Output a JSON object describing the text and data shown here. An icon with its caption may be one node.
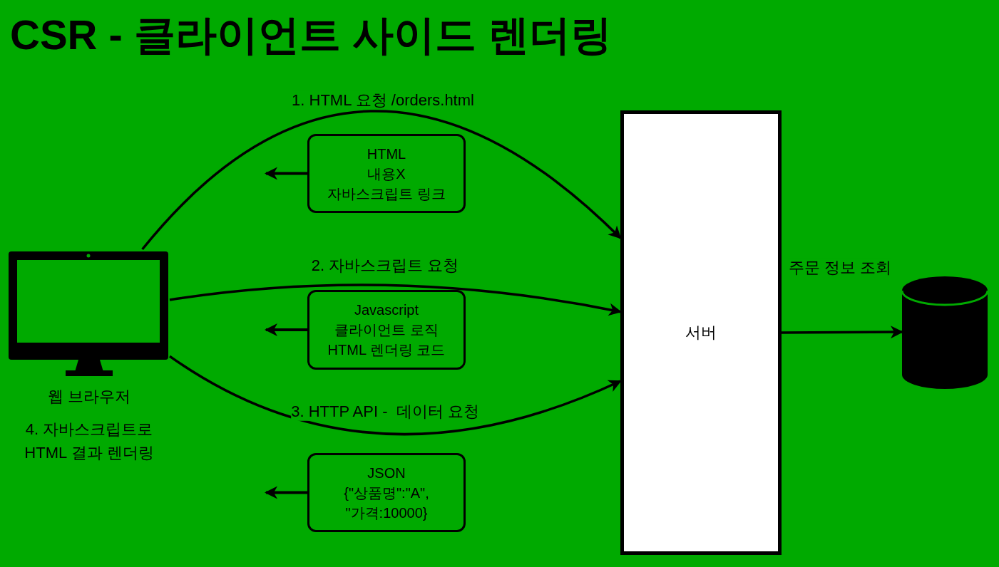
{
  "diagram": {
    "title": "CSR - 클라이언트 사이드 렌더링",
    "nodes": [
      {
        "text": [
          "웹 브라우저"
        ],
        "beside": [
          "4. 자바스크립트로 HTML 결과 렌더링"
        ]
      },
      {
        "text": [
          "서버"
        ]
      },
      {
        "text": [],
        "shape": "cylinder"
      },
      {
        "text": [
          "HTML",
          "내용X",
          "자바스크립트 링크"
        ]
      },
      {
        "text": [
          "Javascript",
          "클라이언트 로직",
          "HTML 렌더링 코드"
        ]
      },
      {
        "text": [
          "JSON",
          "{\"상품명\":\"A\",",
          "\"가격:10000}"
        ]
      }
    ],
    "edges": [
      {
        "from": 0,
        "to": 1,
        "arrow": "to",
        "label": "1. HTML 요청 /orders.html"
      },
      {
        "from": 0,
        "to": 1,
        "arrow": "to",
        "label": "2. 자바스크립트 요청"
      },
      {
        "from": 0,
        "to": 1,
        "arrow": "to",
        "label": "3. HTTP API -  데이터 요청"
      },
      {
        "from": 1,
        "to": 2,
        "arrow": "to",
        "label": "주문 정보 조회"
      },
      {
        "from": 3,
        "to": null,
        "arrow": "to"
      },
      {
        "from": 4,
        "to": null,
        "arrow": "to"
      },
      {
        "from": 5,
        "to": null,
        "arrow": "to"
      }
    ]
  }
}
